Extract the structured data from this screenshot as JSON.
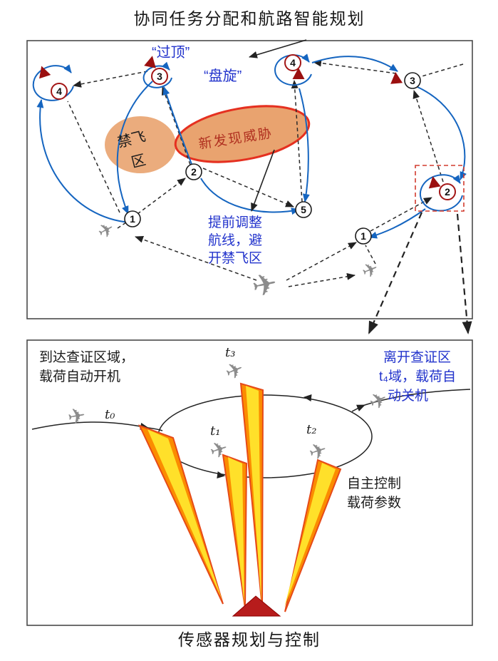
{
  "titles": {
    "top": "协同任务分配和航路智能规划",
    "bottom": "传感器规划与控制"
  },
  "colors": {
    "route_blue": "#1565c0",
    "label_blue": "#2233cc",
    "zone_fill": "#e9a36f",
    "threat_outline": "#e53020",
    "threat_text": "#b03020",
    "uav_red": "#9b1010",
    "target_red": "#b71c1c",
    "beam_orange": "#fb8c00",
    "beam_yellow": "#ffe02a",
    "dashed_box_red": "#d23b2f"
  },
  "icons": {
    "aircraft_glyph": "✈"
  },
  "waypoint_digits": {
    "d1": "1",
    "d2": "2",
    "d3": "3",
    "d4": "4",
    "d5": "5"
  },
  "panel1": {
    "labels": {
      "overfly": "“过顶”",
      "loiter": "“盘旋”",
      "nofly_line1": "禁飞",
      "nofly_line2": "区",
      "threat": "新发现威胁",
      "adjust_line1": "提前调整",
      "adjust_line2": "航线，避",
      "adjust_line3": "开禁飞区"
    }
  },
  "panel2": {
    "labels": {
      "arrive_line1": "到达查证区域，",
      "arrive_line2": "载荷自动开机",
      "leave_line1": "离开查证区",
      "leave_line2": "t₄域，载荷自",
      "leave_line3": "动关机",
      "auto_line1": "自主控制",
      "auto_line2": "载荷参数",
      "t0": "t₀",
      "t1": "t₁",
      "t2": "t₂",
      "t3": "t₃"
    }
  }
}
